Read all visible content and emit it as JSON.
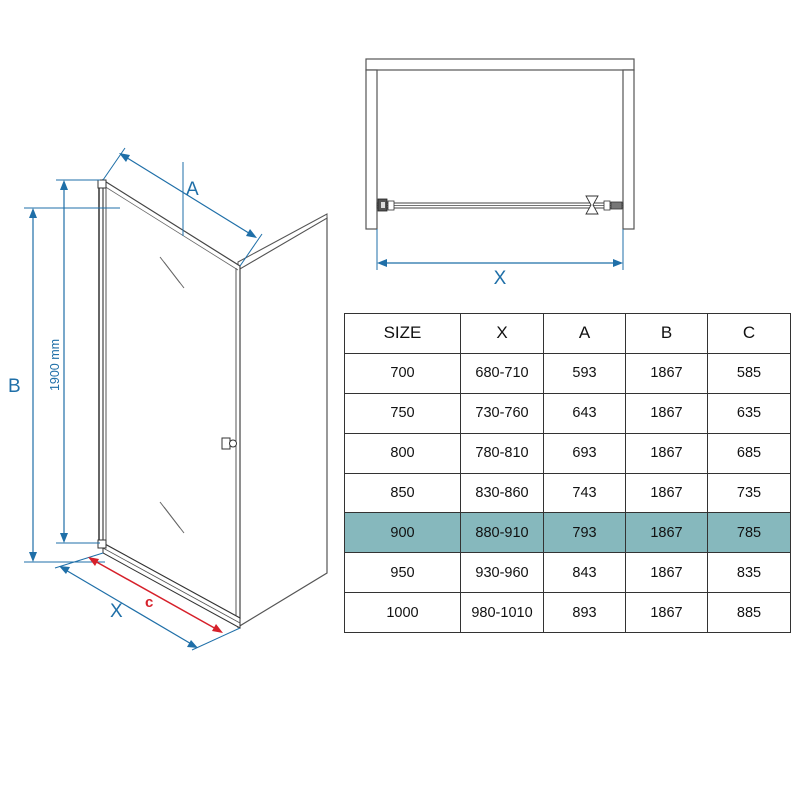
{
  "colors": {
    "dimension": "#1f6fa8",
    "dimension_c": "#d6202a",
    "table_highlight": "#86b8bd",
    "frame_gray": "#b5b5b5"
  },
  "perspective_view": {
    "label_a": "A",
    "label_b": "B",
    "label_height": "1900 mm",
    "label_x": "X",
    "label_c": "c"
  },
  "top_view": {
    "label_x": "X"
  },
  "size_table": {
    "headers": [
      "SIZE",
      "X",
      "A",
      "B",
      "C"
    ],
    "highlighted_row": 4,
    "rows": [
      [
        "700",
        "680-710",
        "593",
        "1867",
        "585"
      ],
      [
        "750",
        "730-760",
        "643",
        "1867",
        "635"
      ],
      [
        "800",
        "780-810",
        "693",
        "1867",
        "685"
      ],
      [
        "850",
        "830-860",
        "743",
        "1867",
        "735"
      ],
      [
        "900",
        "880-910",
        "793",
        "1867",
        "785"
      ],
      [
        "950",
        "930-960",
        "843",
        "1867",
        "835"
      ],
      [
        "1000",
        "980-1010",
        "893",
        "1867",
        "885"
      ]
    ]
  }
}
